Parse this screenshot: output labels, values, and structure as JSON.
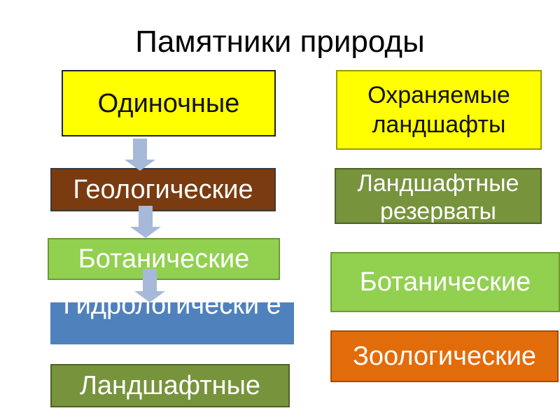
{
  "title": "Памятники природы",
  "colors": {
    "yellow": "#ffff00",
    "brown": "#7a3b10",
    "green_light": "#92d050",
    "blue": "#4f81bd",
    "olive": "#77933c",
    "orange": "#e36c0a",
    "arrow": "#a7b9d9"
  },
  "left_column": {
    "single": "Одиночные",
    "geological": "Геологические",
    "botanical": "Ботанические",
    "hydrological": "Гидрологически е",
    "landscape": "Ландшафтные"
  },
  "right_column": {
    "protected_landscapes": "Охраняемые ландшафты",
    "landscape_reserves": "Ландшафтные резерваты",
    "botanical": "Ботанические",
    "zoological": "Зоологические"
  }
}
